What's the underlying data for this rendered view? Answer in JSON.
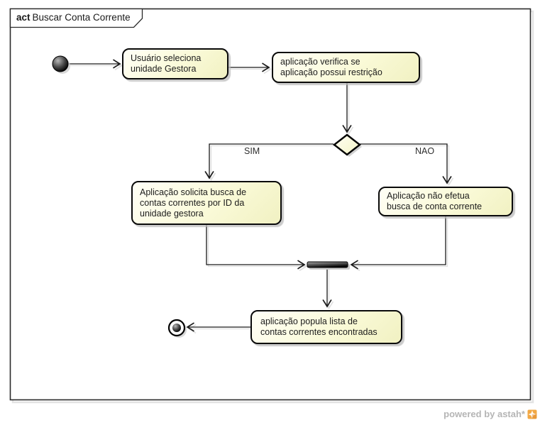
{
  "frame": {
    "keyword": "act",
    "title": "Buscar Conta Corrente"
  },
  "diagram": {
    "type": "uml-activity-diagram",
    "actions": [
      {
        "id": "select-unit",
        "label": "Usuário seleciona\nunidade Gestora"
      },
      {
        "id": "verify-restriction",
        "label": "aplicação verifica se\naplicação possui restrição"
      },
      {
        "id": "request-search",
        "label": "Aplicação solicita busca de\ncontas correntes por ID da\nunidade gestora"
      },
      {
        "id": "no-search",
        "label": "Aplicação não efetua\nbusca de conta corrente"
      },
      {
        "id": "populate-list",
        "label": "aplicação popula lista de\ncontas correntes encontradas"
      }
    ],
    "guards": {
      "yes": "SIM",
      "no": "NAO"
    },
    "flow": [
      "initial -> select-unit",
      "select-unit -> verify-restriction",
      "verify-restriction -> decision",
      "decision -[SIM]-> request-search",
      "decision -[NAO]-> no-search",
      "request-search -> merge",
      "no-search -> merge",
      "merge -> populate-list",
      "populate-list -> final"
    ]
  },
  "watermark": {
    "text": "powered by astah*"
  },
  "colors": {
    "action_fill": "#fafad8",
    "action_border": "#0a0a0a",
    "line": "#1a1a1a",
    "line_shadow": "#e0e0e0",
    "guard_text": "#2e2e2e",
    "watermark_text": "#b5b5b5",
    "logo_orange": "#f2a844"
  }
}
